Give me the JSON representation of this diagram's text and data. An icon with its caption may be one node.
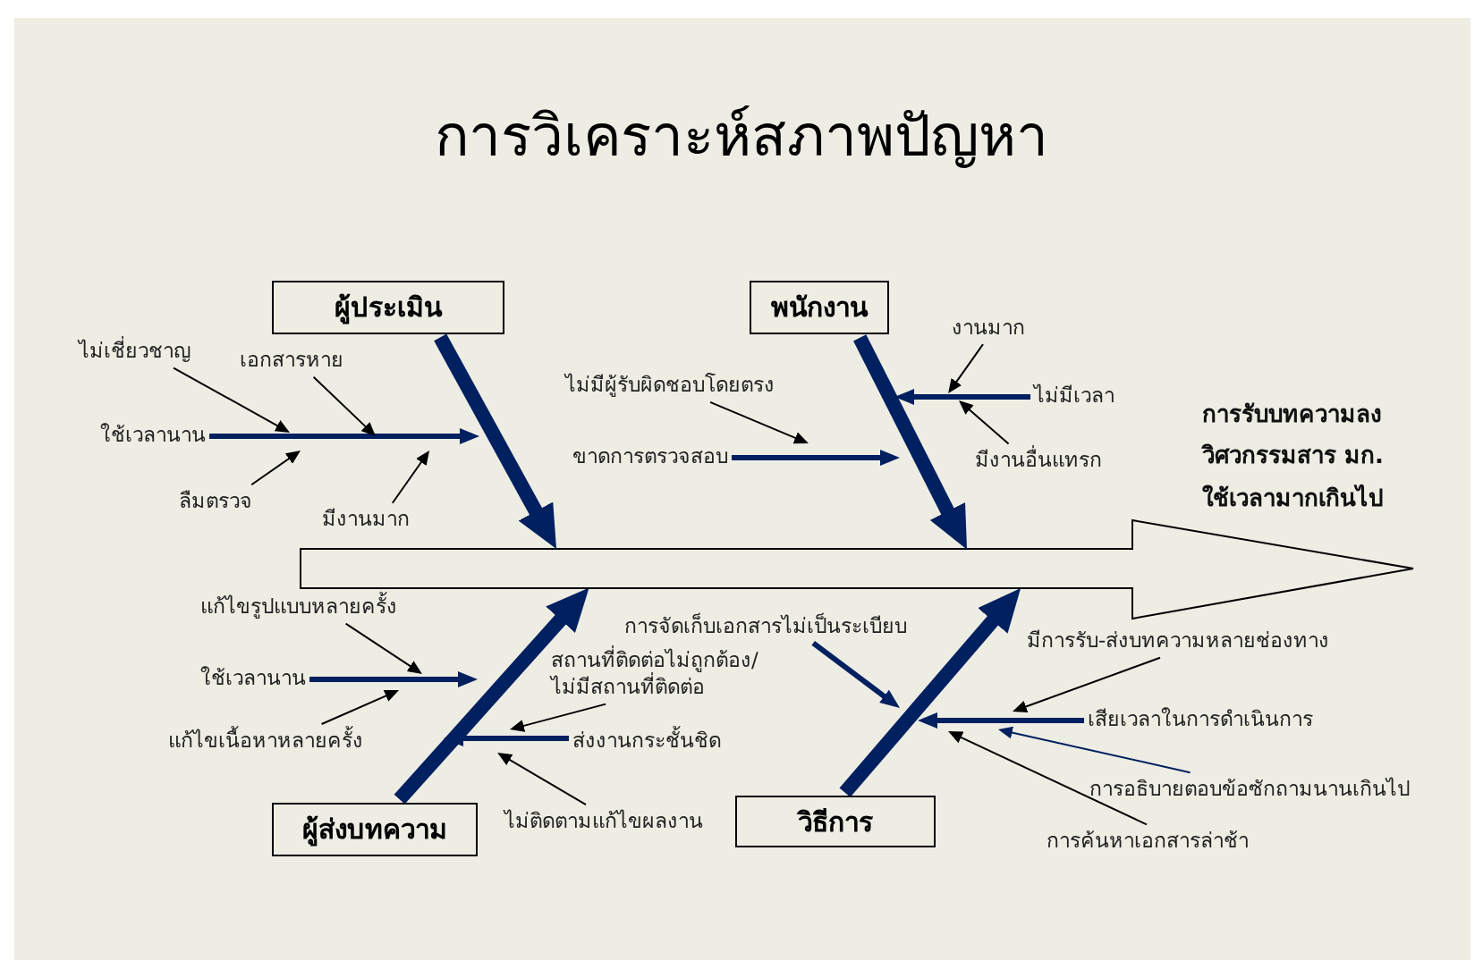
{
  "diagram": {
    "title": "การวิเคราะห์สภาพปัญหา",
    "nodes": [
      {
        "text": [
          "ผู้ประเมิน"
        ]
      },
      {
        "text": [
          "พนักงาน"
        ]
      },
      {
        "text": [
          "ไม่เชี่ยวชาญ"
        ]
      },
      {
        "text": [
          "เอกสารหาย"
        ]
      },
      {
        "text": [
          "ไม่มีผู้รับผิดชอบโดยตรง"
        ]
      },
      {
        "text": [
          "งานมาก"
        ]
      },
      {
        "text": [
          "ไม่มีเวลา"
        ]
      },
      {
        "text": [
          "ใช้เวลานาน"
        ]
      },
      {
        "text": [
          "ขาดการตรวจสอบ"
        ]
      },
      {
        "text": [
          "มีงานอื่นแทรก"
        ]
      },
      {
        "text": [
          "ลืมตรวจ"
        ]
      },
      {
        "text": [
          "มีงานมาก"
        ]
      },
      {
        "text": [],
        "shape": "arrow",
        "beside": [
          "การรับบทความลง วิศวกรรมสาร มก. ใช้เวลามากเกินไป"
        ]
      },
      {
        "text": [
          "แก้ไขรูปแบบหลายครั้ง"
        ]
      },
      {
        "text": [
          "การจัดเก็บเอกสารไม่เป็นระเบียบ"
        ]
      },
      {
        "text": [
          "มีการรับ-ส่งบทความหลายช่องทาง"
        ]
      },
      {
        "text": [
          "ใช้เวลานาน"
        ]
      },
      {
        "text": [
          "สถานที่ติดต่อไม่ถูกต้อง/ไม่มีสถานที่ติดต่อ"
        ]
      },
      {
        "text": [
          "ส่งงานกระชั้นชิด"
        ]
      },
      {
        "text": [
          "เสียเวลาในการดำเนินการ"
        ]
      },
      {
        "text": [
          "แก้ไขเนื้อหาหลายครั้ง"
        ]
      },
      {
        "text": [
          "การอธิบายตอบข้อซักถามนานเกินไป"
        ]
      },
      {
        "text": [
          "ผู้ส่งบทความ"
        ]
      },
      {
        "text": [
          "ไม่ติดตามแก้ไขผลงาน"
        ]
      },
      {
        "text": [
          "วิธีการ"
        ]
      },
      {
        "text": [
          "การค้นหาเอกสารล่าช้า"
        ]
      }
    ],
    "edges": [
      {
        "from": 0,
        "to": 12,
        "arrow": "to",
        "style": "thick",
        "color": "#002060"
      },
      {
        "from": 1,
        "to": 12,
        "arrow": "to",
        "style": "thick",
        "color": "#002060"
      },
      {
        "from": 22,
        "to": 12,
        "arrow": "to",
        "style": "thick",
        "color": "#002060"
      },
      {
        "from": 24,
        "to": 12,
        "arrow": "to",
        "style": "thick",
        "color": "#002060"
      },
      {
        "from": 7,
        "to": null,
        "arrow": "to",
        "style": "thick",
        "color": "#002060"
      },
      {
        "from": 8,
        "to": null,
        "arrow": "to",
        "style": "thick",
        "color": "#002060"
      },
      {
        "from": 6,
        "to": null,
        "arrow": "to",
        "style": "thick",
        "color": "#002060"
      },
      {
        "from": 16,
        "to": null,
        "arrow": "to",
        "style": "thick",
        "color": "#002060"
      },
      {
        "from": 18,
        "to": null,
        "arrow": "to",
        "style": "thick",
        "color": "#002060"
      },
      {
        "from": 19,
        "to": null,
        "arrow": "to",
        "style": "thick",
        "color": "#002060"
      },
      {
        "from": 14,
        "to": null,
        "arrow": "to",
        "style": "thick",
        "color": "#002060"
      },
      {
        "from": 2,
        "to": null,
        "arrow": "to"
      },
      {
        "from": 3,
        "to": null,
        "arrow": "to"
      },
      {
        "from": 10,
        "to": null,
        "arrow": "to"
      },
      {
        "from": 11,
        "to": null,
        "arrow": "to"
      },
      {
        "from": 4,
        "to": null,
        "arrow": "to"
      },
      {
        "from": 5,
        "to": null,
        "arrow": "to"
      },
      {
        "from": 9,
        "to": null,
        "arrow": "to"
      },
      {
        "from": 13,
        "to": null,
        "arrow": "to"
      },
      {
        "from": 20,
        "to": null,
        "arrow": "to"
      },
      {
        "from": 17,
        "to": null,
        "arrow": "to"
      },
      {
        "from": 23,
        "to": null,
        "arrow": "to"
      },
      {
        "from": 15,
        "to": null,
        "arrow": "to"
      },
      {
        "from": 21,
        "to": null,
        "arrow": "to",
        "color": "#002060"
      },
      {
        "from": 25,
        "to": null,
        "arrow": "to"
      }
    ]
  }
}
